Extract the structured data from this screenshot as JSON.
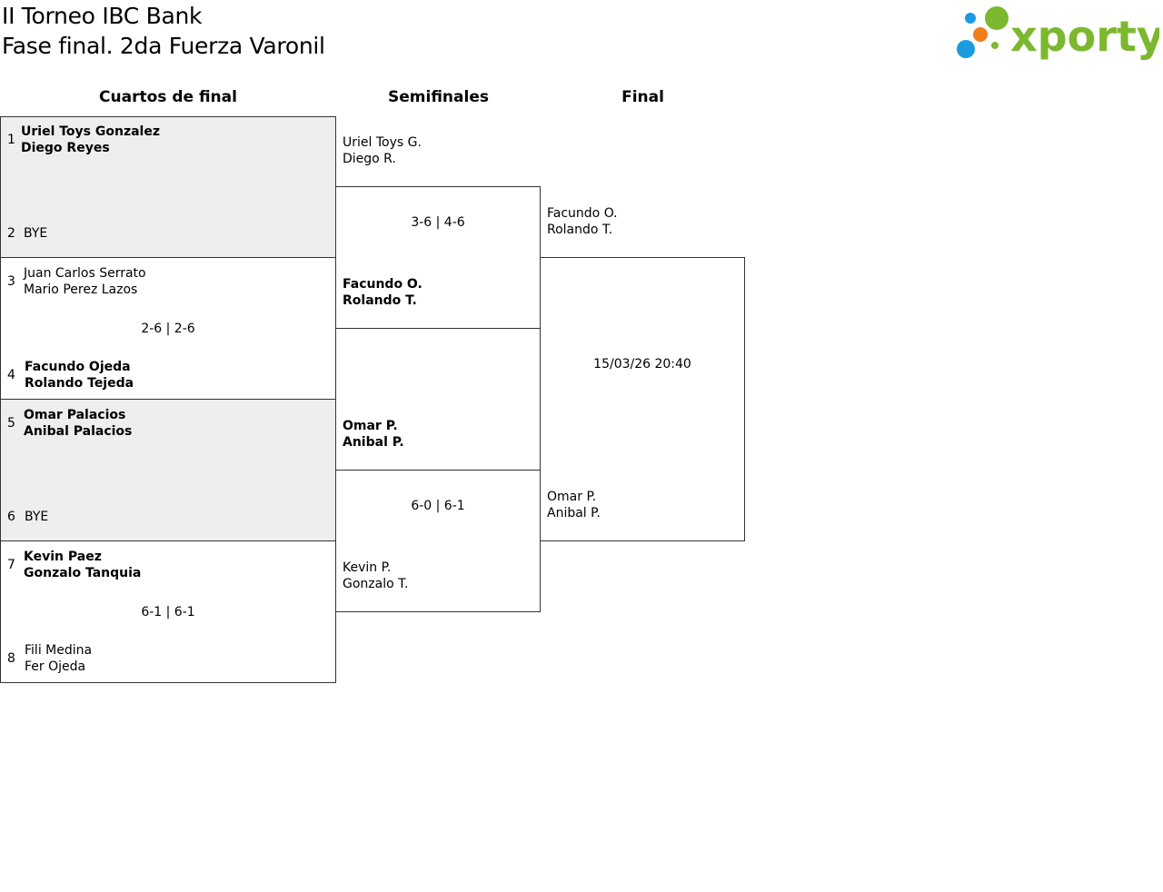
{
  "header": {
    "title_line1": "II Torneo IBC Bank",
    "title_line2": "Fase final. 2da Fuerza Varonil",
    "logo_text": "xporty",
    "logo_colors": {
      "green": "#7cb82f",
      "blue": "#1b9be0",
      "orange": "#f07d1a"
    }
  },
  "rounds": {
    "quarterfinals": "Cuartos de final",
    "semifinals": "Semifinales",
    "final": "Final"
  },
  "quarterfinals": [
    {
      "top": {
        "seed": "1",
        "p1": "Uriel Toys Gonzalez",
        "p2": "Diego Reyes"
      },
      "bottom": {
        "seed": "2",
        "p1": "BYE",
        "p2": ""
      },
      "score": ""
    },
    {
      "top": {
        "seed": "3",
        "p1": "Juan Carlos Serrato",
        "p2": "Mario Perez Lazos"
      },
      "bottom": {
        "seed": "4",
        "p1": "Facundo Ojeda",
        "p2": "Rolando Tejeda"
      },
      "score": "2-6 | 2-6"
    },
    {
      "top": {
        "seed": "5",
        "p1": "Omar Palacios",
        "p2": "Anibal Palacios"
      },
      "bottom": {
        "seed": "6",
        "p1": "BYE",
        "p2": ""
      },
      "score": ""
    },
    {
      "top": {
        "seed": "7",
        "p1": "Kevin Paez",
        "p2": "Gonzalo Tanquia"
      },
      "bottom": {
        "seed": "8",
        "p1": "Fili Medina",
        "p2": "Fer Ojeda"
      },
      "score": "6-1 | 6-1"
    }
  ],
  "semifinals": [
    {
      "top": {
        "p1": "Uriel Toys G.",
        "p2": "Diego R."
      },
      "bottom": {
        "p1": "Facundo O.",
        "p2": "Rolando T."
      },
      "score": "3-6 | 4-6"
    },
    {
      "top": {
        "p1": "Omar P.",
        "p2": "Anibal P."
      },
      "bottom": {
        "p1": "Kevin P.",
        "p2": "Gonzalo T."
      },
      "score": "6-0 | 6-1"
    }
  ],
  "final": {
    "top": {
      "p1": "Facundo O.",
      "p2": "Rolando T."
    },
    "bottom": {
      "p1": "Omar P.",
      "p2": "Anibal P."
    },
    "datetime": "15/03/26 20:40"
  }
}
